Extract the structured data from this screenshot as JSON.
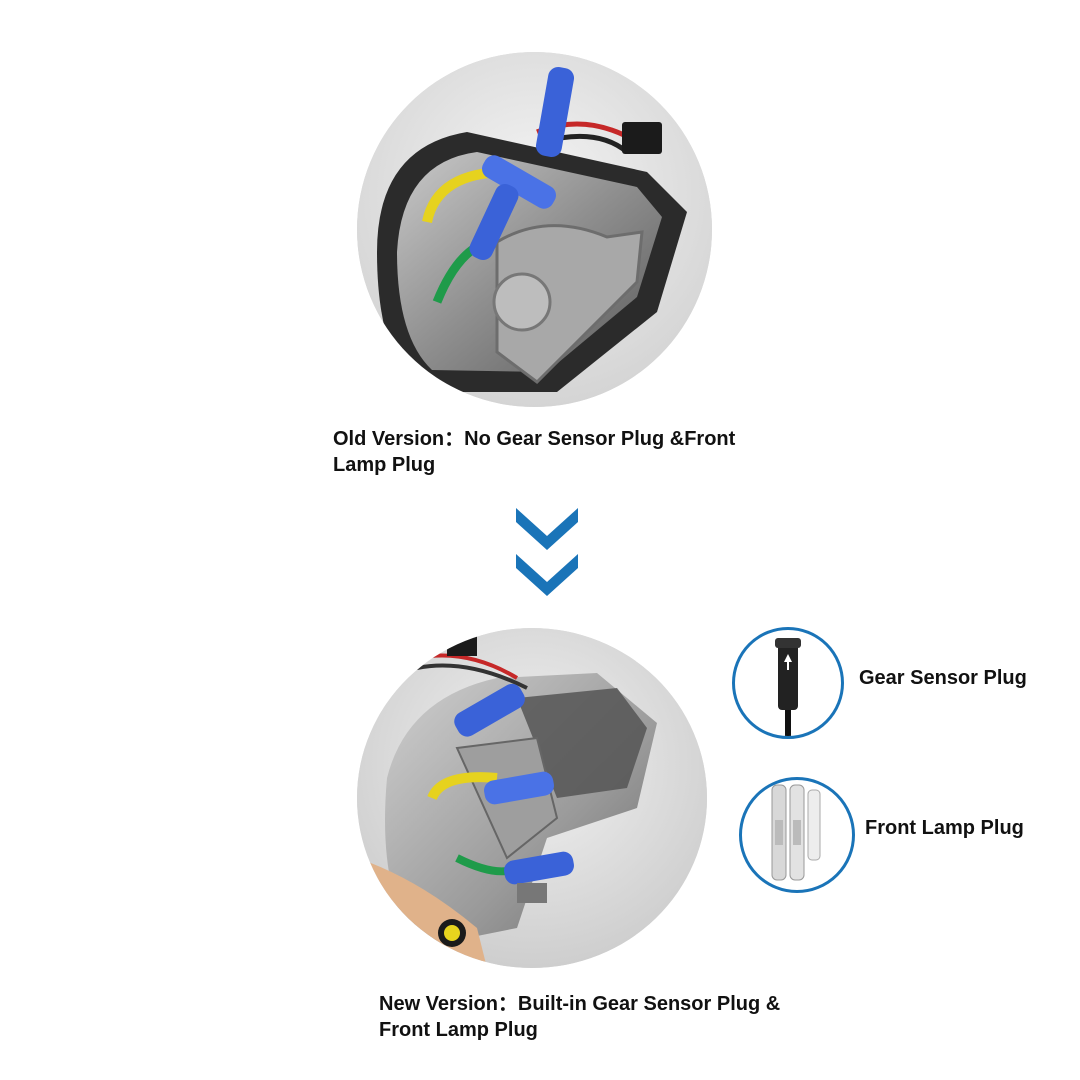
{
  "old_version": {
    "caption_line1": "Old Version：No Gear Sensor Plug &Front",
    "caption_line2": "Lamp Plug"
  },
  "arrow": {
    "icon": "double-chevron-down-icon",
    "color": "#1a74b8"
  },
  "new_version": {
    "caption_line1": "New Version：Built-in Gear Sensor Plug &",
    "caption_line2": "Front Lamp Plug"
  },
  "plugs": [
    {
      "label": "Gear Sensor Plug",
      "icon": "gear-sensor-plug-icon"
    },
    {
      "label": "Front Lamp Plug",
      "icon": "front-lamp-plug-icon"
    }
  ],
  "colors": {
    "accent": "#1a74b8",
    "text": "#111111"
  }
}
